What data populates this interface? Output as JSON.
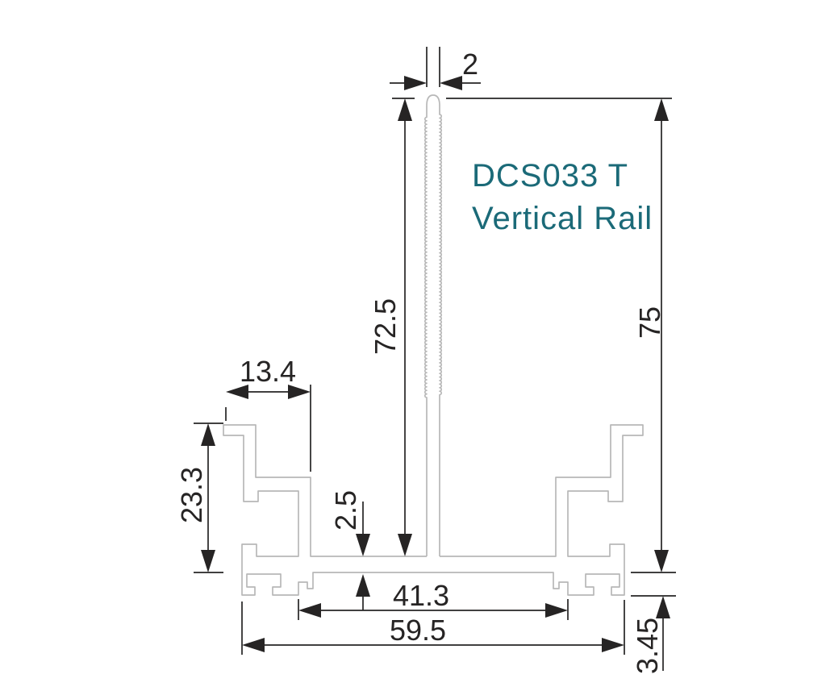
{
  "title": {
    "line1": "DCS033 T",
    "line2": "Vertical Rail"
  },
  "dimensions": {
    "blade_width": "2",
    "blade_height": "72.5",
    "overall_height": "75",
    "wing_width": "13.4",
    "wing_height": "23.3",
    "web_thickness": "2.5",
    "slot_span": "41.3",
    "base_width": "59.5",
    "base_lip": "3.45"
  },
  "colors": {
    "profile_outline": "#b8b8b8",
    "dimension_ink": "#262424",
    "title_teal": "#1b6a78",
    "background": "#ffffff"
  }
}
